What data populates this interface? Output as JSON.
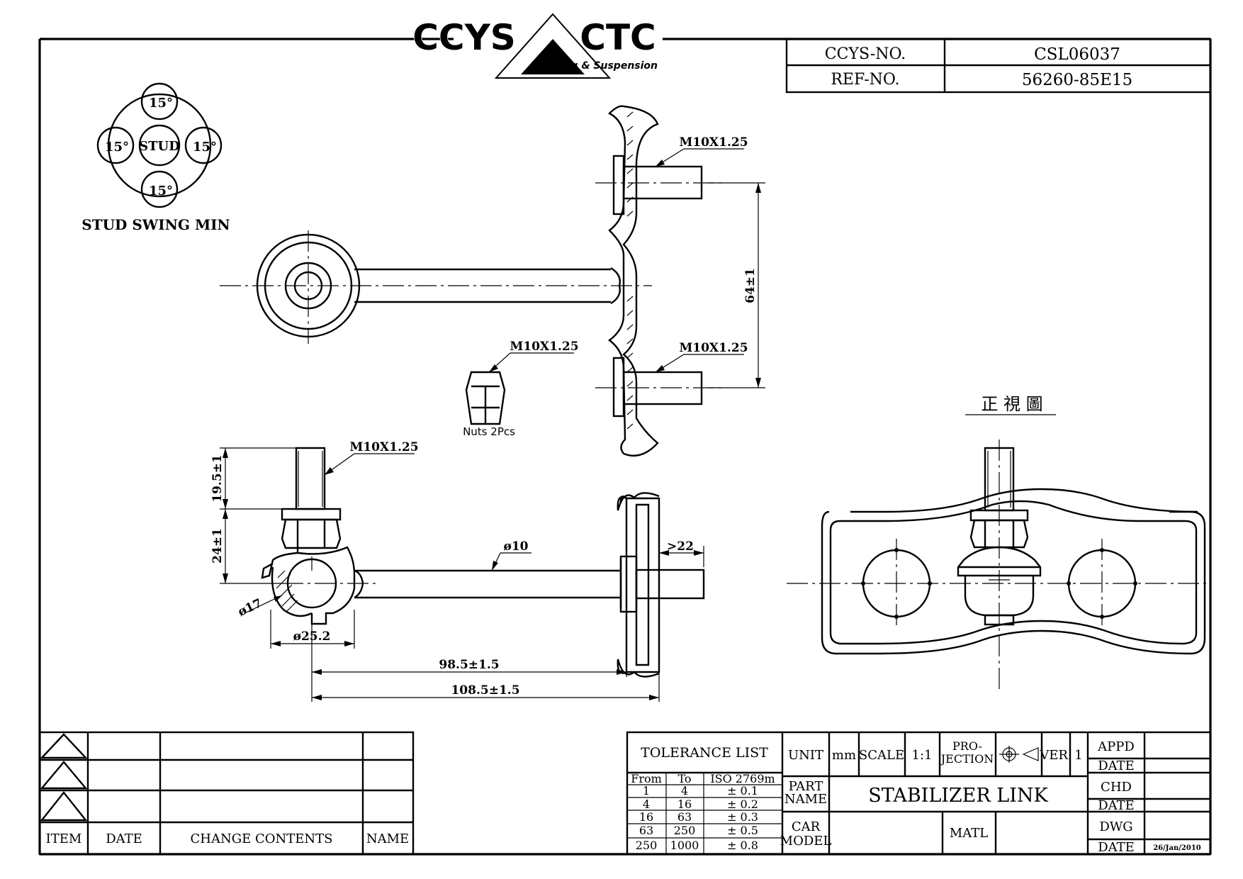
{
  "logo": {
    "brand_left": "CCYS",
    "brand_right": "CTC",
    "tagline": "Steering & Suspension"
  },
  "id_block": {
    "ccys_label": "CCYS-NO.",
    "ccys_value": "CSL06037",
    "ref_label": "REF-NO.",
    "ref_value": "56260-85E15"
  },
  "swing_diagram": {
    "center_label": "STUD",
    "angle_label": "15°",
    "caption": "STUD SWING MIN"
  },
  "top_view": {
    "thread_upper": "M10X1.25",
    "thread_lower": "M10X1.25",
    "stud_spacing": "64±1"
  },
  "nut": {
    "thread": "M10X1.25",
    "caption": "Nuts 2Pcs"
  },
  "side_view": {
    "thread": "M10X1.25",
    "dim_stud_len": "19.5±1",
    "dim_head_height": "24±1",
    "dim_ball": "ø17",
    "dim_housing": "ø25.2",
    "dim_rod": "ø10",
    "dim_thread_len": ">22",
    "dim_len_inner": "98.5±1.5",
    "dim_len_total": "108.5±1.5"
  },
  "front_view": {
    "title": "正 視 圖"
  },
  "revision_block": {
    "col_item": "ITEM",
    "col_date": "DATE",
    "col_change": "CHANGE CONTENTS",
    "col_name": "NAME"
  },
  "title_block": {
    "tolerance_title": "TOLERANCE LIST",
    "tol_headers": [
      "From",
      "To",
      "ISO 2769m"
    ],
    "tol_rows": [
      [
        "1",
        "4",
        "± 0.1"
      ],
      [
        "4",
        "16",
        "± 0.2"
      ],
      [
        "16",
        "63",
        "± 0.3"
      ],
      [
        "63",
        "250",
        "± 0.5"
      ],
      [
        "250",
        "1000",
        "± 0.8"
      ]
    ],
    "unit_label": "UNIT",
    "unit_value": "mm",
    "scale_label": "SCALE",
    "scale_value": "1:1",
    "projection_label_1": "PRO-",
    "projection_label_2": "JECTION",
    "ver_label": "VER.",
    "ver_value": "1",
    "part_name_label_1": "PART",
    "part_name_label_2": "NAME",
    "part_name_value": "STABILIZER LINK",
    "car_model_label_1": "CAR",
    "car_model_label_2": "MODEL",
    "car_model_value": "",
    "matl_label": "MATL",
    "matl_value": "",
    "appd_label": "APPD",
    "chd_label": "CHD",
    "dwg_label": "DWG",
    "date_label": "DATE",
    "dwg_date_value": "26/Jan/2010"
  }
}
